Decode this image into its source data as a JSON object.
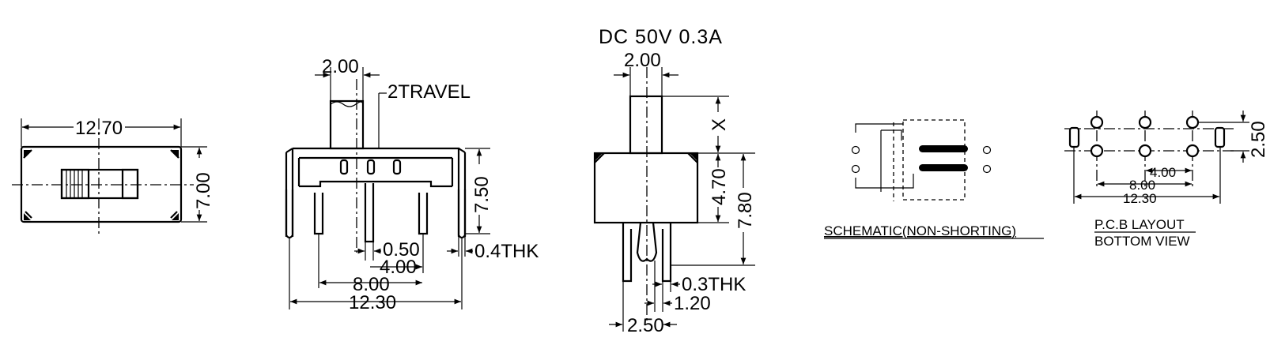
{
  "rating": "DC  50V  0.3A",
  "top_view": {
    "width": "12.70",
    "height": "7.00"
  },
  "front_view": {
    "lever_width": "2.00",
    "travel": "2TRAVEL",
    "height": "7.50",
    "pin_width": "0.50",
    "pin_pitch": "4.00",
    "outer_pin_span": "8.00",
    "mount_span": "12.30",
    "mount_thickness": "0.4THK"
  },
  "side_view": {
    "lever_width": "2.00",
    "lever_height": "X",
    "body_height": "4.70",
    "total_height": "7.80",
    "pin_thickness": "0.3THK",
    "pin_width": "1.20",
    "pin_span": "2.50"
  },
  "schematic": {
    "caption": "SCHEMATIC(NON-SHORTING)"
  },
  "pcb_layout": {
    "row_pitch": "2.50",
    "pin_pitch": "4.00",
    "outer_pin_span": "8.00",
    "mount_span": "12.30",
    "caption_line1": "P.C.B LAYOUT",
    "caption_line2": "BOTTOM VIEW"
  }
}
